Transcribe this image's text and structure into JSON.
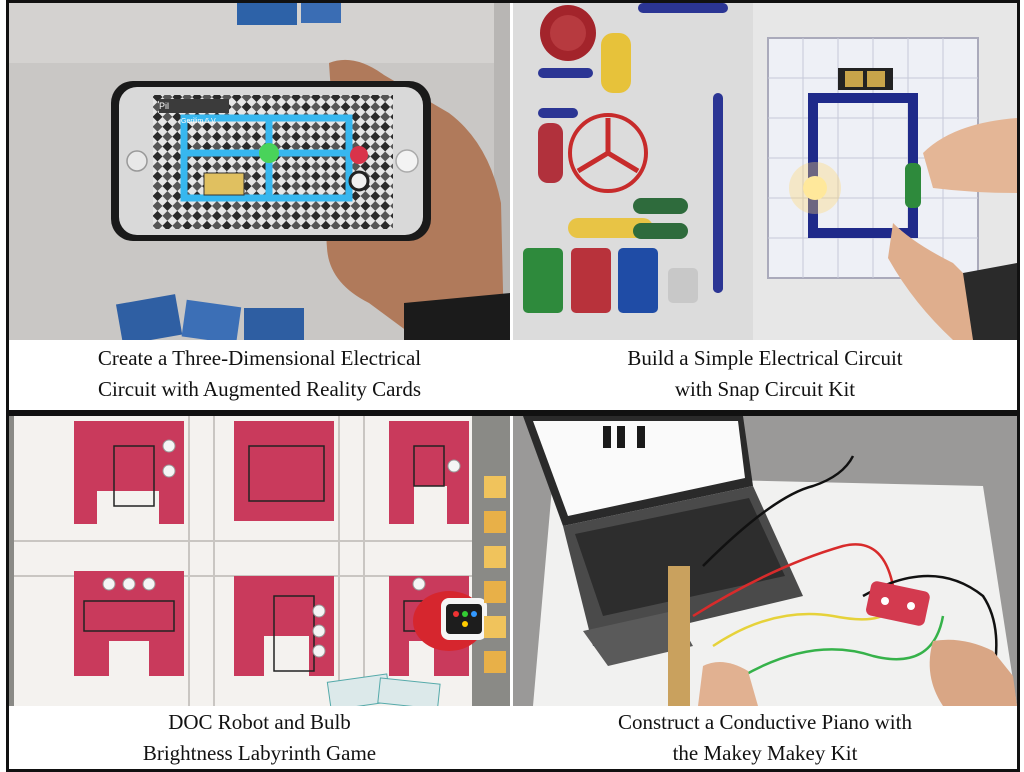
{
  "panels": [
    {
      "id": "ar",
      "caption": [
        "Create a Three-Dimensional Electrical",
        "Circuit with Augmented Reality Cards"
      ],
      "phone_screen": {
        "label_top_left": "Pil",
        "label_banner": "Gerilim 6 V"
      }
    },
    {
      "id": "snap",
      "caption": [
        "Build a Simple Electrical Circuit",
        "with Snap Circuit Kit"
      ]
    },
    {
      "id": "doc",
      "caption": [
        "DOC Robot and Bulb",
        "Brightness Labyrinth Game"
      ]
    },
    {
      "id": "makey",
      "caption": [
        "Construct a Conductive Piano with",
        "the Makey Makey Kit"
      ]
    }
  ],
  "colors": {
    "frame": "#111111",
    "track_pink": "#c93a5c",
    "snap_blue": "#1f2a8a",
    "ar_cyan": "#37b7ef"
  }
}
